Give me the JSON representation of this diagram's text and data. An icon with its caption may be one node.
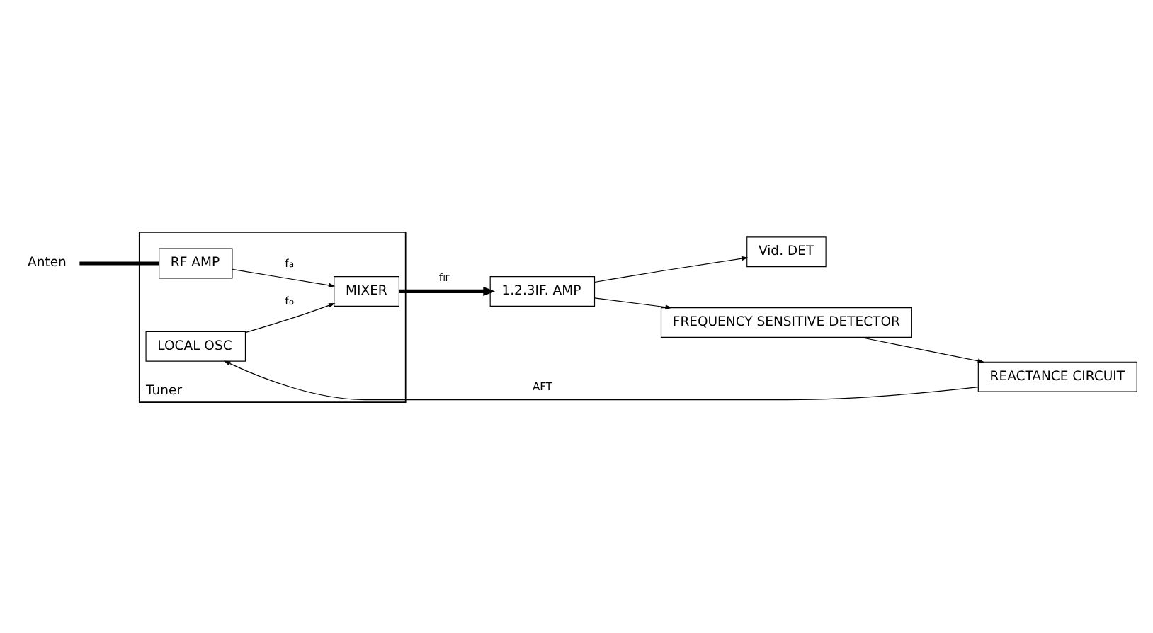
{
  "diagram": {
    "nodes": [
      {
        "text": [
          "Tuner"
        ]
      },
      {
        "text": [
          "RF AMP"
        ],
        "in": 0
      },
      {
        "text": [
          "MIXER"
        ],
        "in": 0
      },
      {
        "text": [
          "LOCAL OSC"
        ],
        "in": 0
      },
      {
        "text": [
          "1.2.3IF. AMP"
        ]
      },
      {
        "text": [
          "Vid. DET"
        ]
      },
      {
        "text": [
          "FREQUENCY SENSITIVE DETECTOR"
        ]
      },
      {
        "text": [
          "REACTANCE CIRCUIT"
        ]
      },
      {
        "text": [
          "Anten"
        ]
      }
    ],
    "edges": [
      {
        "from": 8,
        "to": 1,
        "arrow": "none",
        "style": "thick"
      },
      {
        "from": 1,
        "to": 2,
        "arrow": "to",
        "label": "f$_{a}$"
      },
      {
        "from": 3,
        "to": 2,
        "arrow": "to",
        "label": "f$_{o}$"
      },
      {
        "from": 2,
        "to": 4,
        "arrow": "to",
        "label": "f$_{IF}$",
        "style": "thick"
      },
      {
        "from": 4,
        "to": 5,
        "arrow": "to"
      },
      {
        "from": 4,
        "to": 6,
        "arrow": "to"
      },
      {
        "from": 6,
        "to": 7,
        "arrow": "to"
      },
      {
        "from": 7,
        "to": 3,
        "arrow": "to",
        "label": "AFT"
      }
    ]
  }
}
